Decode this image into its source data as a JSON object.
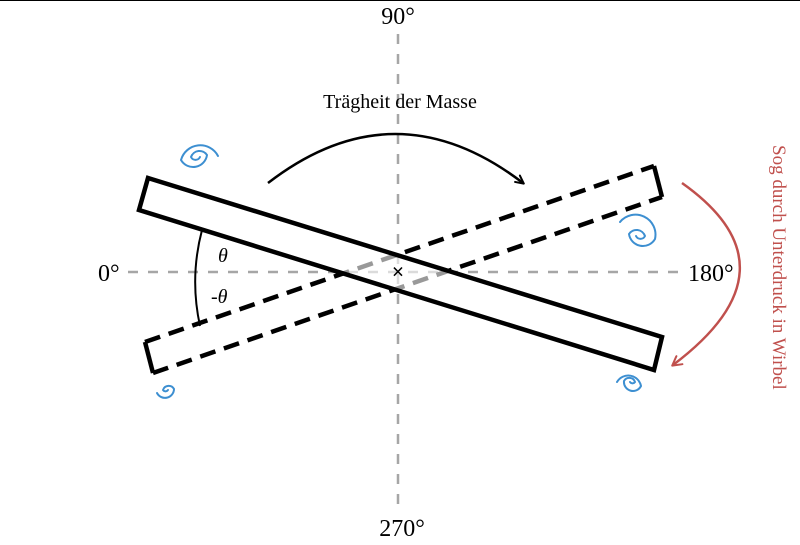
{
  "labels": {
    "angle_top": "90°",
    "angle_left": "0°",
    "angle_right": "180°",
    "angle_bottom": "270°",
    "inertia": "Trägheit der Masse",
    "suction": "Sog durch Unterdruck in Wirbel",
    "theta": "θ",
    "neg_theta": "-θ",
    "pivot": "×"
  },
  "colors": {
    "axis": "#a6a6a6",
    "plate": "#000000",
    "inertia_arrow": "#000000",
    "suction_arrow": "#c0504d",
    "vortex": "#3d8fd1"
  },
  "icons": [
    "vortex-icon",
    "pivot-icon",
    "arrow-icon"
  ]
}
